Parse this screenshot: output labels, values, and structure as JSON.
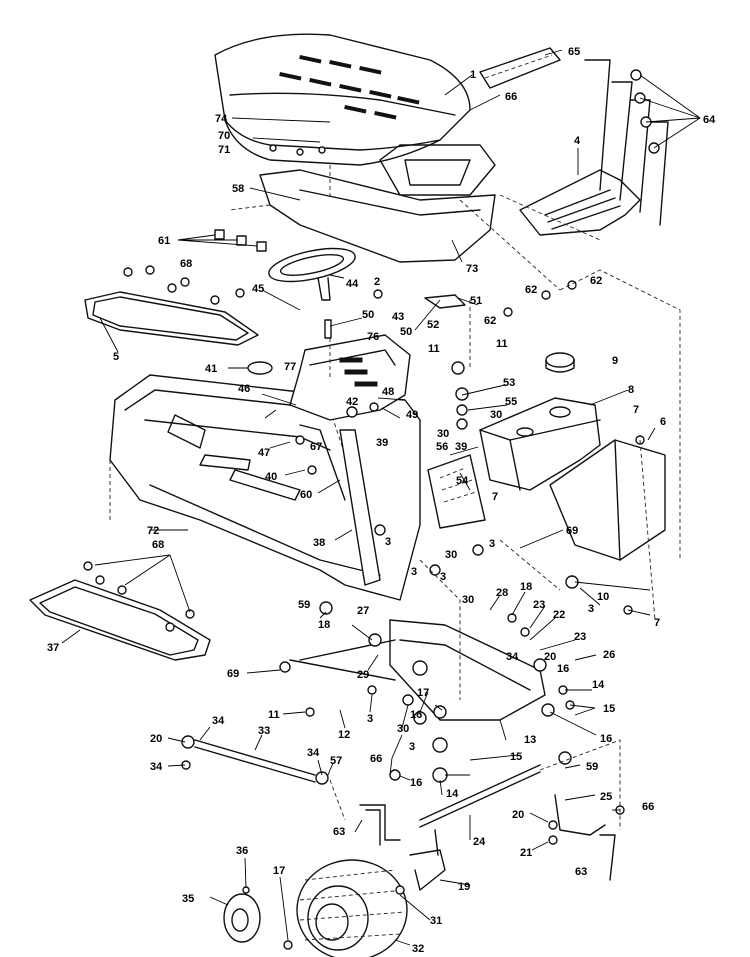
{
  "callouts": [
    "1",
    "3",
    "4",
    "5",
    "6",
    "7",
    "8",
    "9",
    "10",
    "11",
    "12",
    "13",
    "14",
    "15",
    "16",
    "17",
    "18",
    "19",
    "20",
    "21",
    "22",
    "23",
    "24",
    "25",
    "26",
    "27",
    "28",
    "29",
    "30",
    "31",
    "32",
    "33",
    "34",
    "35",
    "36",
    "37",
    "38",
    "39",
    "40",
    "41",
    "42",
    "43",
    "44",
    "45",
    "46",
    "47",
    "48",
    "49",
    "50",
    "51",
    "52",
    "53",
    "54",
    "55",
    "56",
    "57",
    "58",
    "59",
    "60",
    "61",
    "62",
    "63",
    "64",
    "65",
    "66",
    "67",
    "68",
    "69",
    "70",
    "71",
    "72",
    "73",
    "74",
    "76",
    "77"
  ],
  "labels": {
    "n1": "1",
    "n2": "2",
    "n3": "3",
    "n4": "4",
    "n5": "5",
    "n6": "6",
    "n7": "7",
    "n8": "8",
    "n9": "9",
    "n10": "10",
    "n11": "11",
    "n12": "12",
    "n13": "13",
    "n14": "14",
    "n15": "15",
    "n16": "16",
    "n17": "17",
    "n18": "18",
    "n19": "19",
    "n20": "20",
    "n21": "21",
    "n22": "22",
    "n23": "23",
    "n24": "24",
    "n25": "25",
    "n26": "26",
    "n27": "27",
    "n28": "28",
    "n29": "29",
    "n30": "30",
    "n31": "31",
    "n32": "32",
    "n33": "33",
    "n34": "34",
    "n35": "35",
    "n36": "36",
    "n37": "37",
    "n38": "38",
    "n39": "39",
    "n40": "40",
    "n41": "41",
    "n42": "42",
    "n43": "43",
    "n44": "44",
    "n45": "45",
    "n46": "46",
    "n47": "47",
    "n48": "48",
    "n49": "49",
    "n50": "50",
    "n51": "51",
    "n52": "52",
    "n53": "53",
    "n54": "54",
    "n55": "55",
    "n56": "56",
    "n57": "57",
    "n58": "58",
    "n59": "59",
    "n60": "60",
    "n61": "61",
    "n62": "62",
    "n63": "63",
    "n64": "64",
    "n65": "65",
    "n66": "66",
    "n67": "67",
    "n68": "68",
    "n69": "69",
    "n70": "70",
    "n71": "71",
    "n72": "72",
    "n73": "73",
    "n74": "74",
    "n76": "76",
    "n77": "77"
  },
  "colors": {
    "ink": "#111111",
    "paper": "#ffffff"
  }
}
